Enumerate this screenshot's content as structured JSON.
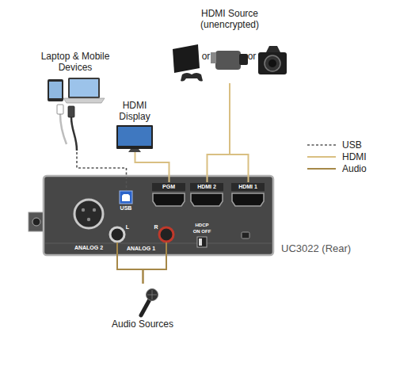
{
  "diagram": {
    "nodes": [
      {
        "text": [
          "Laptop & Mobile Devices"
        ]
      },
      {
        "text": [
          "HDMI Display"
        ]
      },
      {
        "text": [
          "HDMI Source (unencrypted)"
        ]
      },
      {
        "text": [
          "UC3022 (Rear)"
        ]
      },
      {
        "text": [
          "ANALOG 2"
        ],
        "in": 3
      },
      {
        "text": [
          "USB"
        ],
        "in": 3
      },
      {
        "text": [
          "PGM"
        ],
        "in": 3
      },
      {
        "text": [
          "HDMI 2"
        ],
        "in": 3
      },
      {
        "text": [
          "HDMI 1"
        ],
        "in": 3
      },
      {
        "text": [
          "L"
        ],
        "in": 3
      },
      {
        "text": [
          "R"
        ],
        "in": 3
      },
      {
        "text": [
          "Audio Sources"
        ]
      }
    ],
    "edges": [
      {
        "from": 0,
        "to": 5,
        "arrow": "none"
      },
      {
        "from": 1,
        "to": 6,
        "arrow": "none"
      },
      {
        "from": 2,
        "to": 7,
        "arrow": "none"
      },
      {
        "from": 2,
        "to": 8,
        "arrow": "none"
      },
      {
        "from": 11,
        "to": 9,
        "arrow": "none"
      },
      {
        "from": 11,
        "to": 10,
        "arrow": "none"
      }
    ],
    "labels": [
      "or",
      "or",
      "ANALOG 1",
      "HDCP",
      "ON OFF"
    ],
    "legend": [
      {
        "text": "USB"
      },
      {
        "text": "HDMI"
      },
      {
        "text": "Audio"
      }
    ]
  }
}
